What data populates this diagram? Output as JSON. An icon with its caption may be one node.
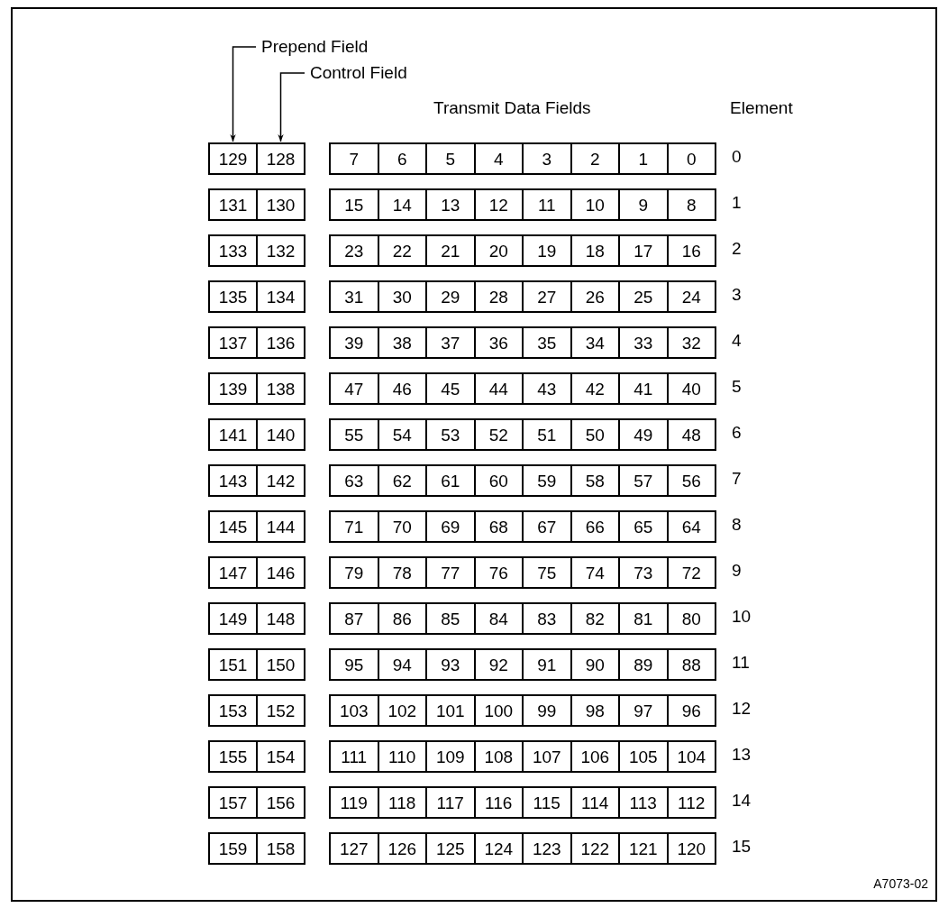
{
  "diagram": {
    "nodes": [
      {
        "text": [
          "Prepend Field"
        ]
      },
      {
        "text": [
          "Control Field"
        ]
      },
      {
        "text": [
          "129"
        ]
      },
      {
        "text": [
          "128"
        ]
      },
      {
        "text": [
          "7"
        ]
      },
      {
        "text": [
          "6"
        ]
      },
      {
        "text": [
          "5"
        ]
      },
      {
        "text": [
          "4"
        ]
      },
      {
        "text": [
          "3"
        ]
      },
      {
        "text": [
          "2"
        ]
      },
      {
        "text": [
          "1"
        ]
      },
      {
        "text": [
          "0"
        ]
      },
      {
        "text": [
          "131"
        ]
      },
      {
        "text": [
          "130"
        ]
      },
      {
        "text": [
          "15"
        ]
      },
      {
        "text": [
          "14"
        ]
      },
      {
        "text": [
          "13"
        ]
      },
      {
        "text": [
          "12"
        ]
      },
      {
        "text": [
          "11"
        ]
      },
      {
        "text": [
          "10"
        ]
      },
      {
        "text": [
          "9"
        ]
      },
      {
        "text": [
          "8"
        ]
      },
      {
        "text": [
          "133"
        ]
      },
      {
        "text": [
          "132"
        ]
      },
      {
        "text": [
          "23"
        ]
      },
      {
        "text": [
          "22"
        ]
      },
      {
        "text": [
          "21"
        ]
      },
      {
        "text": [
          "20"
        ]
      },
      {
        "text": [
          "19"
        ]
      },
      {
        "text": [
          "18"
        ]
      },
      {
        "text": [
          "17"
        ]
      },
      {
        "text": [
          "16"
        ]
      },
      {
        "text": [
          "135"
        ]
      },
      {
        "text": [
          "134"
        ]
      },
      {
        "text": [
          "31"
        ]
      },
      {
        "text": [
          "30"
        ]
      },
      {
        "text": [
          "29"
        ]
      },
      {
        "text": [
          "28"
        ]
      },
      {
        "text": [
          "27"
        ]
      },
      {
        "text": [
          "26"
        ]
      },
      {
        "text": [
          "25"
        ]
      },
      {
        "text": [
          "24"
        ]
      },
      {
        "text": [
          "137"
        ]
      },
      {
        "text": [
          "136"
        ]
      },
      {
        "text": [
          "39"
        ]
      },
      {
        "text": [
          "38"
        ]
      },
      {
        "text": [
          "37"
        ]
      },
      {
        "text": [
          "36"
        ]
      },
      {
        "text": [
          "35"
        ]
      },
      {
        "text": [
          "34"
        ]
      },
      {
        "text": [
          "33"
        ]
      },
      {
        "text": [
          "32"
        ]
      },
      {
        "text": [
          "139"
        ]
      },
      {
        "text": [
          "138"
        ]
      },
      {
        "text": [
          "47"
        ]
      },
      {
        "text": [
          "46"
        ]
      },
      {
        "text": [
          "45"
        ]
      },
      {
        "text": [
          "44"
        ]
      },
      {
        "text": [
          "43"
        ]
      },
      {
        "text": [
          "42"
        ]
      },
      {
        "text": [
          "41"
        ]
      },
      {
        "text": [
          "40"
        ]
      },
      {
        "text": [
          "141"
        ]
      },
      {
        "text": [
          "140"
        ]
      },
      {
        "text": [
          "55"
        ]
      },
      {
        "text": [
          "54"
        ]
      },
      {
        "text": [
          "53"
        ]
      },
      {
        "text": [
          "52"
        ]
      },
      {
        "text": [
          "51"
        ]
      },
      {
        "text": [
          "50"
        ]
      },
      {
        "text": [
          "49"
        ]
      },
      {
        "text": [
          "48"
        ]
      },
      {
        "text": [
          "143"
        ]
      },
      {
        "text": [
          "142"
        ]
      },
      {
        "text": [
          "63"
        ]
      },
      {
        "text": [
          "62"
        ]
      },
      {
        "text": [
          "61"
        ]
      },
      {
        "text": [
          "60"
        ]
      },
      {
        "text": [
          "59"
        ]
      },
      {
        "text": [
          "58"
        ]
      },
      {
        "text": [
          "57"
        ]
      },
      {
        "text": [
          "56"
        ]
      },
      {
        "text": [
          "145"
        ]
      },
      {
        "text": [
          "144"
        ]
      },
      {
        "text": [
          "71"
        ]
      },
      {
        "text": [
          "70"
        ]
      },
      {
        "text": [
          "69"
        ]
      },
      {
        "text": [
          "68"
        ]
      },
      {
        "text": [
          "67"
        ]
      },
      {
        "text": [
          "66"
        ]
      },
      {
        "text": [
          "65"
        ]
      },
      {
        "text": [
          "64"
        ]
      },
      {
        "text": [
          "147"
        ]
      },
      {
        "text": [
          "146"
        ]
      },
      {
        "text": [
          "79"
        ]
      },
      {
        "text": [
          "78"
        ]
      },
      {
        "text": [
          "77"
        ]
      },
      {
        "text": [
          "76"
        ]
      },
      {
        "text": [
          "75"
        ]
      },
      {
        "text": [
          "74"
        ]
      },
      {
        "text": [
          "73"
        ]
      },
      {
        "text": [
          "72"
        ]
      },
      {
        "text": [
          "149"
        ]
      },
      {
        "text": [
          "148"
        ]
      },
      {
        "text": [
          "87"
        ]
      },
      {
        "text": [
          "86"
        ]
      },
      {
        "text": [
          "85"
        ]
      },
      {
        "text": [
          "84"
        ]
      },
      {
        "text": [
          "83"
        ]
      },
      {
        "text": [
          "82"
        ]
      },
      {
        "text": [
          "81"
        ]
      },
      {
        "text": [
          "80"
        ]
      },
      {
        "text": [
          "151"
        ]
      },
      {
        "text": [
          "150"
        ]
      },
      {
        "text": [
          "95"
        ]
      },
      {
        "text": [
          "94"
        ]
      },
      {
        "text": [
          "93"
        ]
      },
      {
        "text": [
          "92"
        ]
      },
      {
        "text": [
          "91"
        ]
      },
      {
        "text": [
          "90"
        ]
      },
      {
        "text": [
          "89"
        ]
      },
      {
        "text": [
          "88"
        ]
      },
      {
        "text": [
          "153"
        ]
      },
      {
        "text": [
          "152"
        ]
      },
      {
        "text": [
          "103"
        ]
      },
      {
        "text": [
          "102"
        ]
      },
      {
        "text": [
          "101"
        ]
      },
      {
        "text": [
          "100"
        ]
      },
      {
        "text": [
          "99"
        ]
      },
      {
        "text": [
          "98"
        ]
      },
      {
        "text": [
          "97"
        ]
      },
      {
        "text": [
          "96"
        ]
      },
      {
        "text": [
          "155"
        ]
      },
      {
        "text": [
          "154"
        ]
      },
      {
        "text": [
          "111"
        ]
      },
      {
        "text": [
          "110"
        ]
      },
      {
        "text": [
          "109"
        ]
      },
      {
        "text": [
          "108"
        ]
      },
      {
        "text": [
          "107"
        ]
      },
      {
        "text": [
          "106"
        ]
      },
      {
        "text": [
          "105"
        ]
      },
      {
        "text": [
          "104"
        ]
      },
      {
        "text": [
          "157"
        ]
      },
      {
        "text": [
          "156"
        ]
      },
      {
        "text": [
          "119"
        ]
      },
      {
        "text": [
          "118"
        ]
      },
      {
        "text": [
          "117"
        ]
      },
      {
        "text": [
          "116"
        ]
      },
      {
        "text": [
          "115"
        ]
      },
      {
        "text": [
          "114"
        ]
      },
      {
        "text": [
          "113"
        ]
      },
      {
        "text": [
          "112"
        ]
      },
      {
        "text": [
          "159"
        ]
      },
      {
        "text": [
          "158"
        ]
      },
      {
        "text": [
          "127"
        ]
      },
      {
        "text": [
          "126"
        ]
      },
      {
        "text": [
          "125"
        ]
      },
      {
        "text": [
          "124"
        ]
      },
      {
        "text": [
          "123"
        ]
      },
      {
        "text": [
          "122"
        ]
      },
      {
        "text": [
          "121"
        ]
      },
      {
        "text": [
          "120"
        ]
      }
    ],
    "edges": [
      {
        "from": 0,
        "to": 2,
        "arrow": "to"
      },
      {
        "from": 1,
        "to": 3,
        "arrow": "to"
      }
    ],
    "labels": [
      "Transmit Data Fields",
      "Element",
      "0",
      "1",
      "2",
      "3",
      "4",
      "5",
      "6",
      "7",
      "8",
      "9",
      "10",
      "11",
      "12",
      "13",
      "14",
      "15",
      "A7073-02"
    ]
  }
}
